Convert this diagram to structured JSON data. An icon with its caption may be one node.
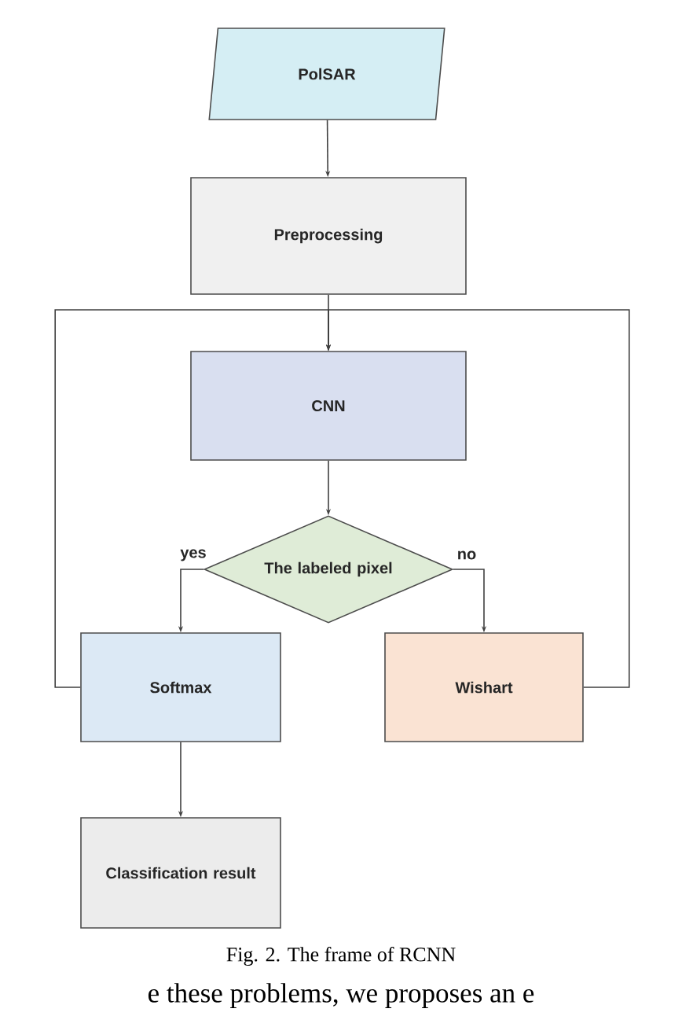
{
  "diagram": {
    "caption": "Fig. 2. The frame of RCNN",
    "nodes": [
      {
        "text": [
          "PolSAR"
        ]
      },
      {
        "text": [
          "Preprocessing"
        ]
      },
      {
        "text": [
          "CNN"
        ]
      },
      {
        "text": [
          "The labeled pixel"
        ]
      },
      {
        "text": [
          "Softmax"
        ]
      },
      {
        "text": [
          "Wishart"
        ]
      },
      {
        "text": [
          "Classification result"
        ]
      }
    ],
    "edges": [
      {
        "from": 0,
        "to": 1,
        "arrow": "to"
      },
      {
        "from": 1,
        "to": 2,
        "arrow": "to"
      },
      {
        "from": 2,
        "to": 3,
        "arrow": "to"
      },
      {
        "from": 3,
        "to": 4,
        "arrow": "to",
        "label": "yes"
      },
      {
        "from": 3,
        "to": 5,
        "arrow": "to",
        "label": "no"
      },
      {
        "from": 4,
        "to": 2,
        "arrow": "to"
      },
      {
        "from": 5,
        "to": 2,
        "arrow": "to"
      },
      {
        "from": 4,
        "to": 6,
        "arrow": "to"
      }
    ],
    "labels": [
      "e these problems, we proposes an e"
    ]
  }
}
